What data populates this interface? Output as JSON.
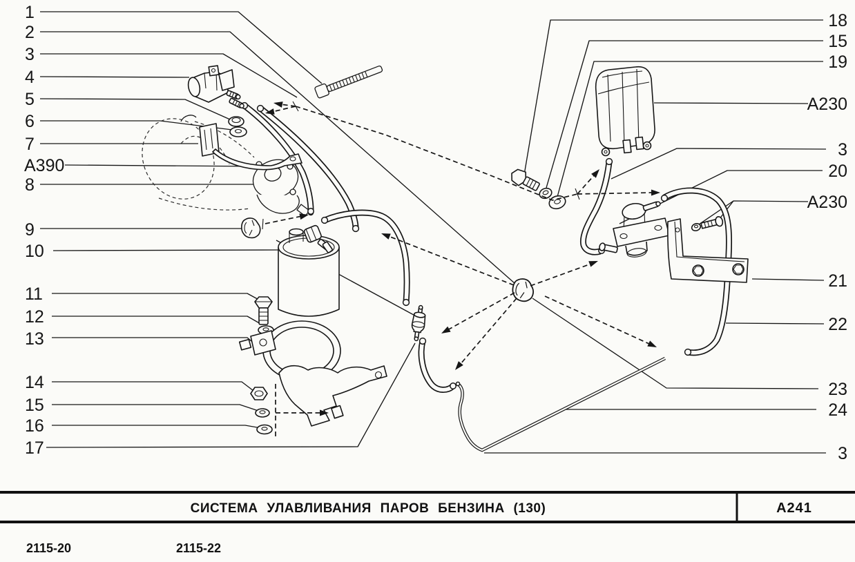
{
  "diagram": {
    "callouts_left": [
      {
        "label": "1"
      },
      {
        "label": "2"
      },
      {
        "label": "3"
      },
      {
        "label": "4"
      },
      {
        "label": "5"
      },
      {
        "label": "6"
      },
      {
        "label": "7"
      },
      {
        "label": "A390"
      },
      {
        "label": "8"
      },
      {
        "label": "9"
      },
      {
        "label": "10"
      },
      {
        "label": "11"
      },
      {
        "label": "12"
      },
      {
        "label": "13"
      },
      {
        "label": "14"
      },
      {
        "label": "15"
      },
      {
        "label": "16"
      },
      {
        "label": "17"
      }
    ],
    "callouts_right": [
      {
        "label": "18"
      },
      {
        "label": "15"
      },
      {
        "label": "19"
      },
      {
        "label": "A230"
      },
      {
        "label": "3"
      },
      {
        "label": "20"
      },
      {
        "label": "A230"
      },
      {
        "label": "21"
      },
      {
        "label": "22"
      },
      {
        "label": "23"
      },
      {
        "label": "24"
      },
      {
        "label": "3"
      }
    ],
    "title_block": {
      "title": "СИСТЕМА УЛАВЛИВАНИЯ ПАРОВ БЕНЗИНА (130)",
      "code": "A241"
    },
    "footer_codes": {
      "left": "2115-20",
      "right": "2115-22"
    },
    "colors": {
      "ink": "#161616",
      "paper": "#fbfbf8"
    }
  }
}
